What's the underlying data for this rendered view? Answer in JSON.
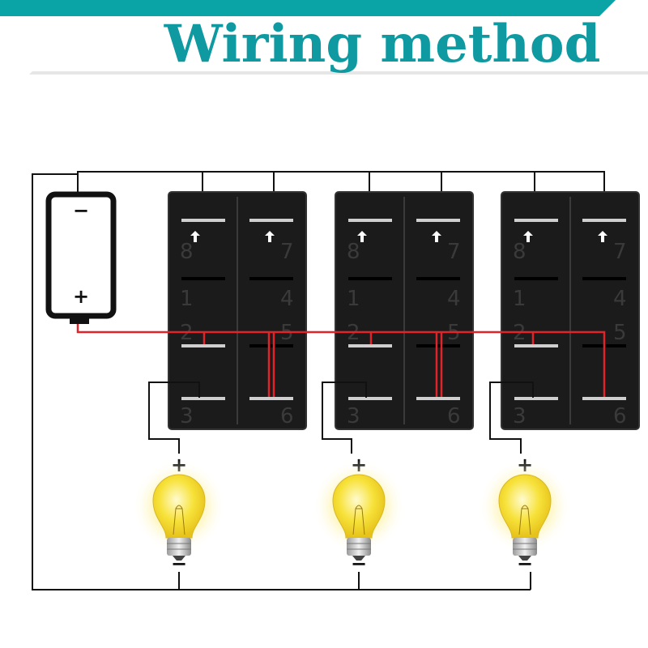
{
  "header": {
    "title": "Wiring method"
  },
  "battery": {
    "negative_symbol": "−",
    "positive_symbol": "+"
  },
  "switches": [
    {
      "pins": {
        "p8": "8",
        "p7": "7",
        "p1": "1",
        "p4": "4",
        "p2": "2",
        "p5": "5",
        "p3": "3",
        "p6": "6"
      }
    },
    {
      "pins": {
        "p8": "8",
        "p7": "7",
        "p1": "1",
        "p4": "4",
        "p2": "2",
        "p5": "5",
        "p3": "3",
        "p6": "6"
      }
    },
    {
      "pins": {
        "p8": "8",
        "p7": "7",
        "p1": "1",
        "p4": "4",
        "p2": "2",
        "p5": "5",
        "p3": "3",
        "p6": "6"
      }
    }
  ],
  "bulbs": [
    {
      "positive_symbol": "+",
      "negative_symbol": "−"
    },
    {
      "positive_symbol": "+",
      "negative_symbol": "−"
    },
    {
      "positive_symbol": "+",
      "negative_symbol": "−"
    }
  ],
  "colors": {
    "header_teal": "#0aa3a6",
    "title_teal": "#0e9aa0",
    "switch_body": "#1b1b1b",
    "positive_wire": "#e0242a",
    "ground_wire": "#111111",
    "bulb_glass": "#f6dc2a"
  }
}
